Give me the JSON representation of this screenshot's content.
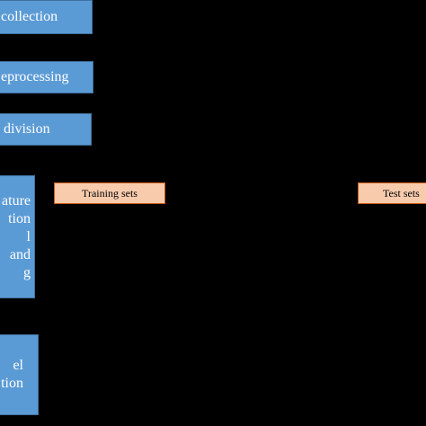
{
  "diagram": {
    "steps": {
      "data_collection": {
        "lines": [
          "collection"
        ]
      },
      "preprocessing": {
        "lines": [
          "eprocessing"
        ]
      },
      "division": {
        "lines": [
          "division"
        ]
      },
      "feature": {
        "lines": [
          "ature",
          "tion",
          "l",
          "and",
          "g"
        ]
      },
      "evaluation": {
        "lines": [
          "el",
          "tion"
        ]
      }
    },
    "sets": {
      "training": "Training sets",
      "test": "Test sets"
    },
    "colors": {
      "background": "#000000",
      "step_fill": "#5b9bd5",
      "step_border": "#41719c",
      "set_fill": "#f8cbad",
      "set_border": "#c55a11"
    }
  }
}
